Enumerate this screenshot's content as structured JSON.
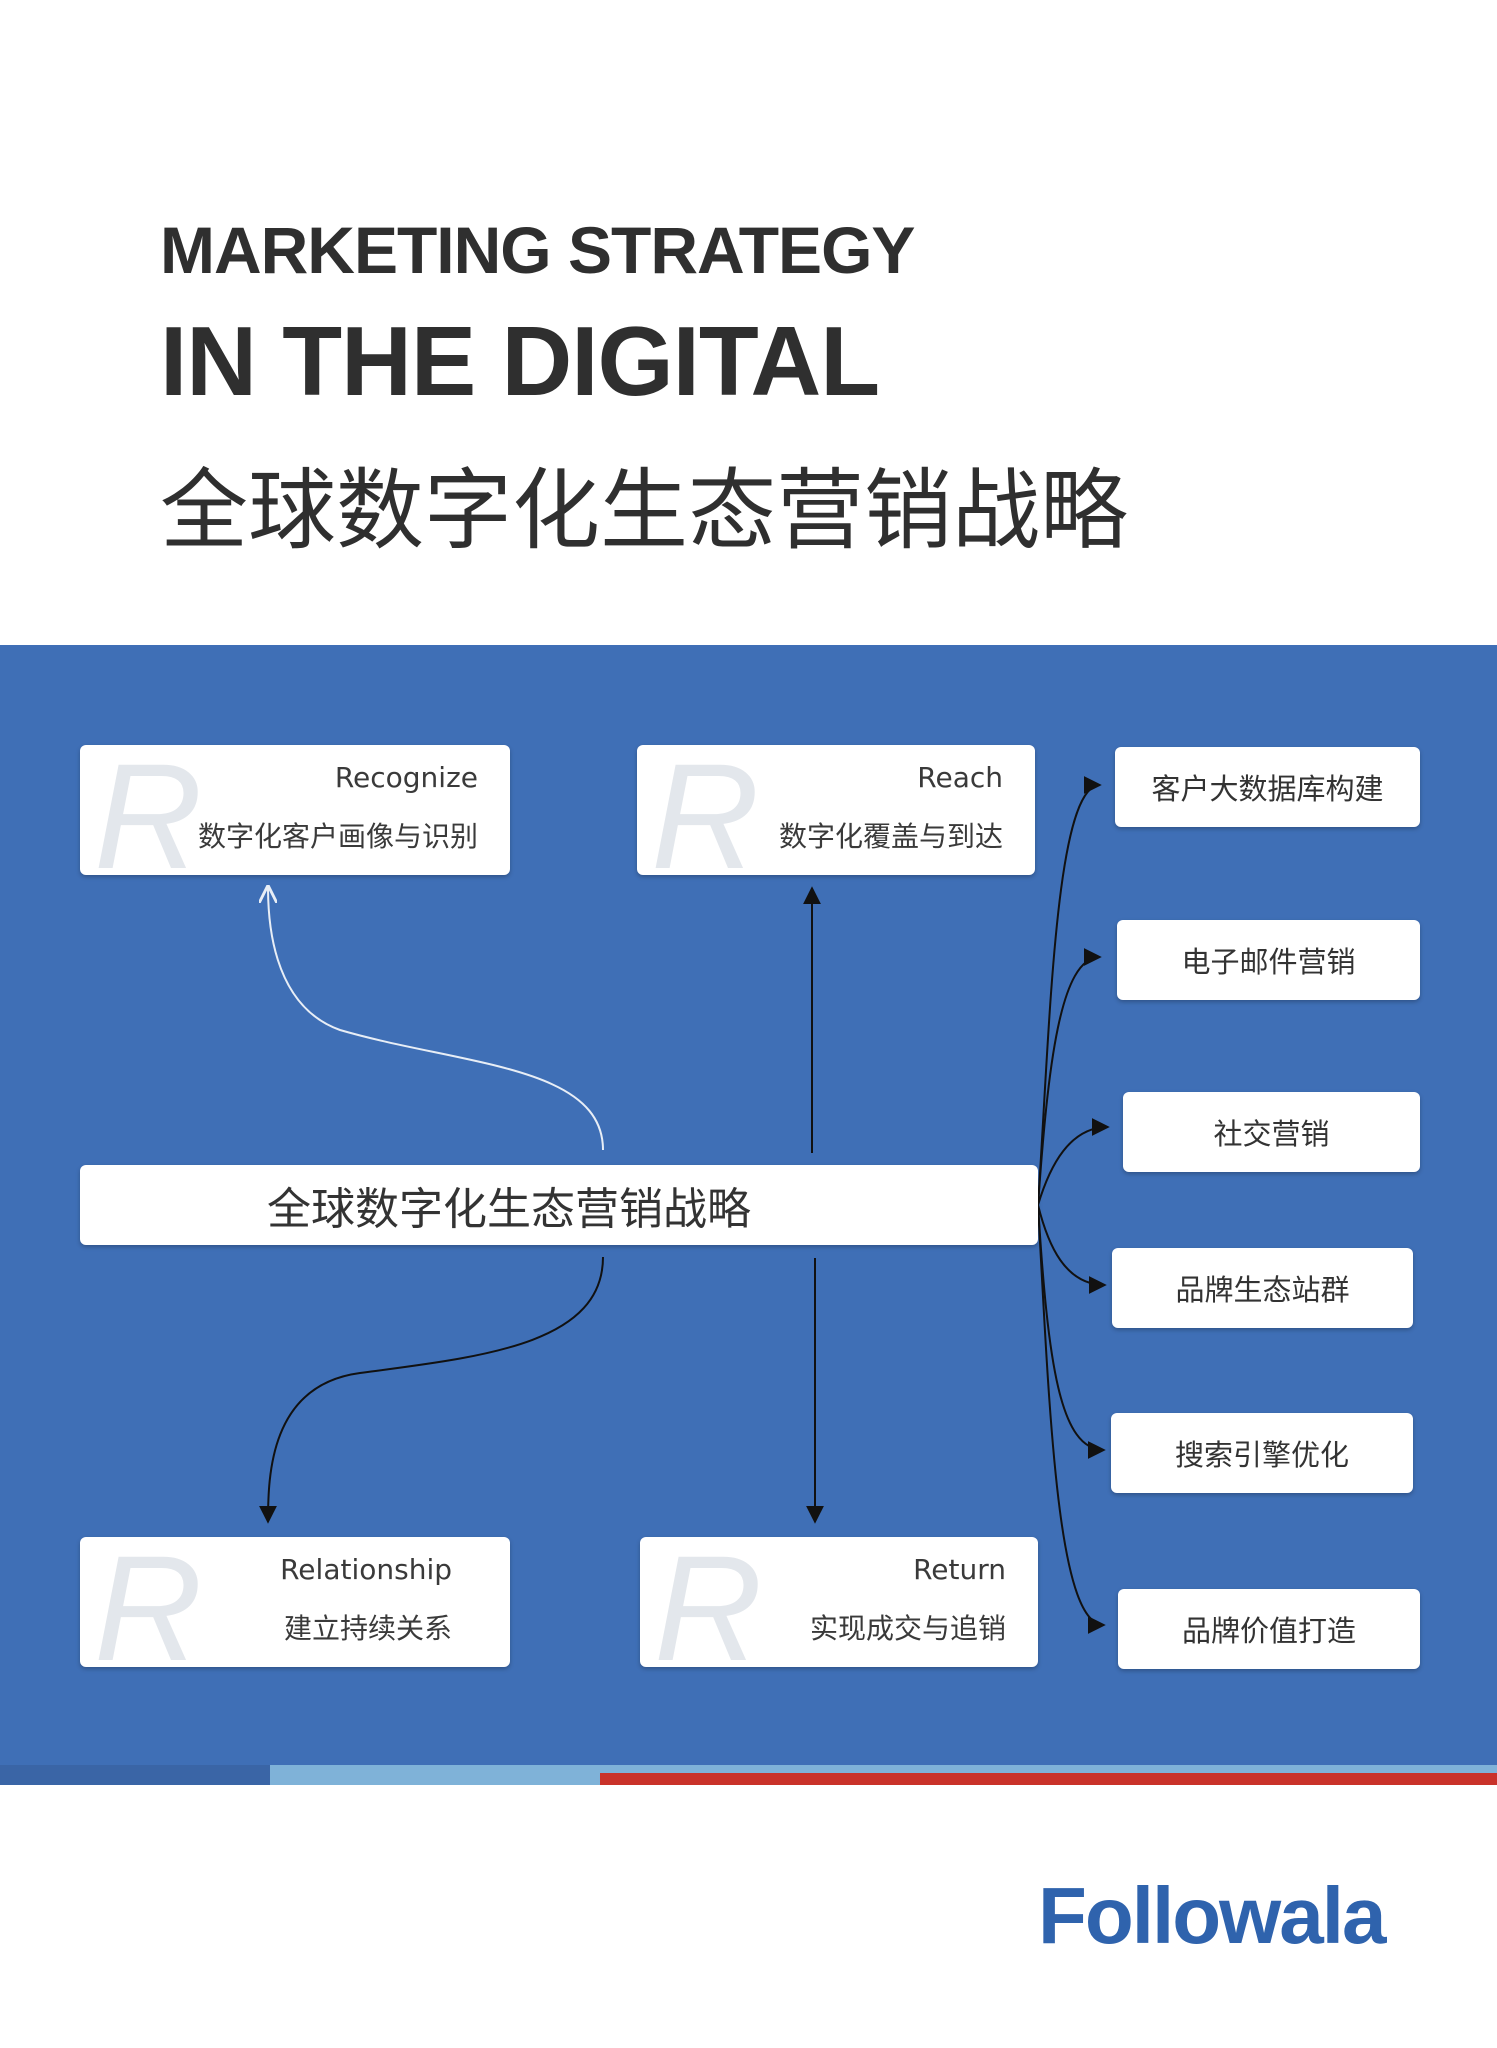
{
  "header": {
    "title_line1": "MARKETING STRATEGY",
    "title_line2": "IN THE DIGITAL",
    "title_cn": "全球数字化生态营销战略"
  },
  "diagram": {
    "center": "全球数字化生态营销战略",
    "r_letter": "R",
    "recognize": {
      "en": "Recognize",
      "zh": "数字化客户画像与识别"
    },
    "reach": {
      "en": "Reach",
      "zh": "数字化覆盖与到达"
    },
    "relationship": {
      "en": "Relationship",
      "zh": "建立持续关系"
    },
    "return": {
      "en": "Return",
      "zh": "实现成交与追销"
    },
    "channels": [
      "客户大数据库构建",
      "电子邮件营销",
      "社交营销",
      "品牌生态站群",
      "搜索引擎优化",
      "品牌价值打造"
    ]
  },
  "colors": {
    "panel": "#3f6fb6",
    "stripe_dark": "#3a65a6",
    "stripe_light": "#7fb2d8",
    "stripe_red": "#c9322a",
    "logo": "#2f63ad"
  },
  "footer": {
    "logo": "Followala"
  }
}
